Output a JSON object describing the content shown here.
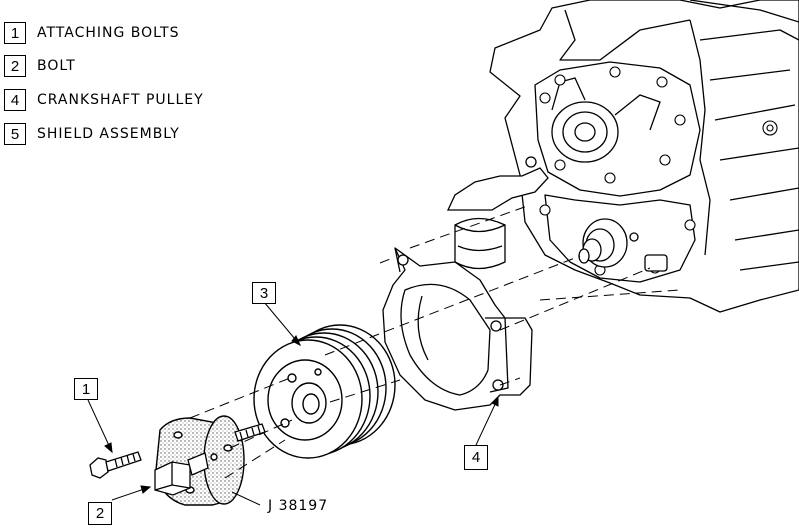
{
  "legend": [
    {
      "number": "1",
      "label": "ATTACHING BOLTS"
    },
    {
      "number": "2",
      "label": "BOLT"
    },
    {
      "number": "4",
      "label": "CRANKSHAFT PULLEY"
    },
    {
      "number": "5",
      "label": "SHIELD ASSEMBLY"
    }
  ],
  "callouts": {
    "one": "1",
    "two": "2",
    "three": "3",
    "four": "4"
  },
  "tool_label": "J 38197"
}
